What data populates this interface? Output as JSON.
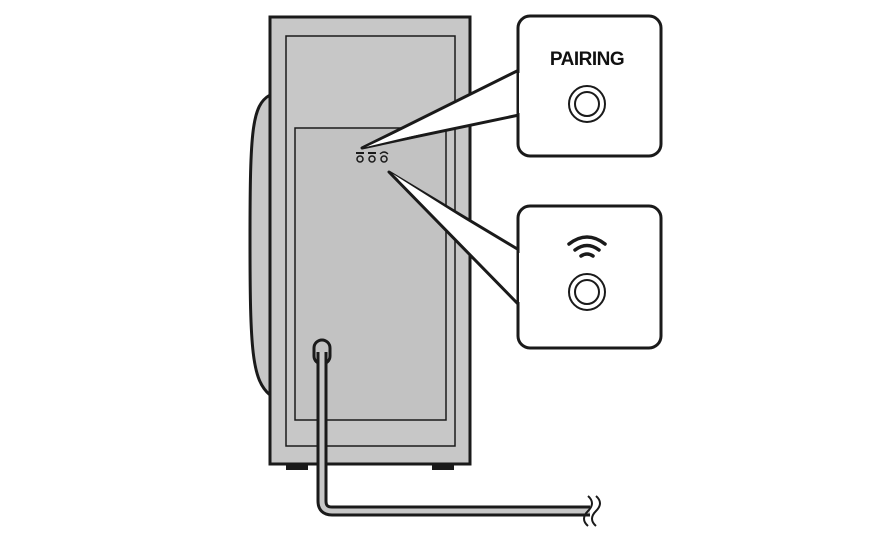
{
  "callouts": {
    "pairing": {
      "label": "PAIRING",
      "icon": "pairing-button-icon"
    },
    "wifi": {
      "label": "",
      "icon": "wifi-icon"
    }
  },
  "panel": {
    "indicators": [
      "pairing-led",
      "power-led",
      "wifi-led"
    ]
  },
  "colors": {
    "outline": "#1a1a1a",
    "body": "#c7c7c7",
    "panel": "#c2c2c2",
    "background": "#ffffff"
  }
}
